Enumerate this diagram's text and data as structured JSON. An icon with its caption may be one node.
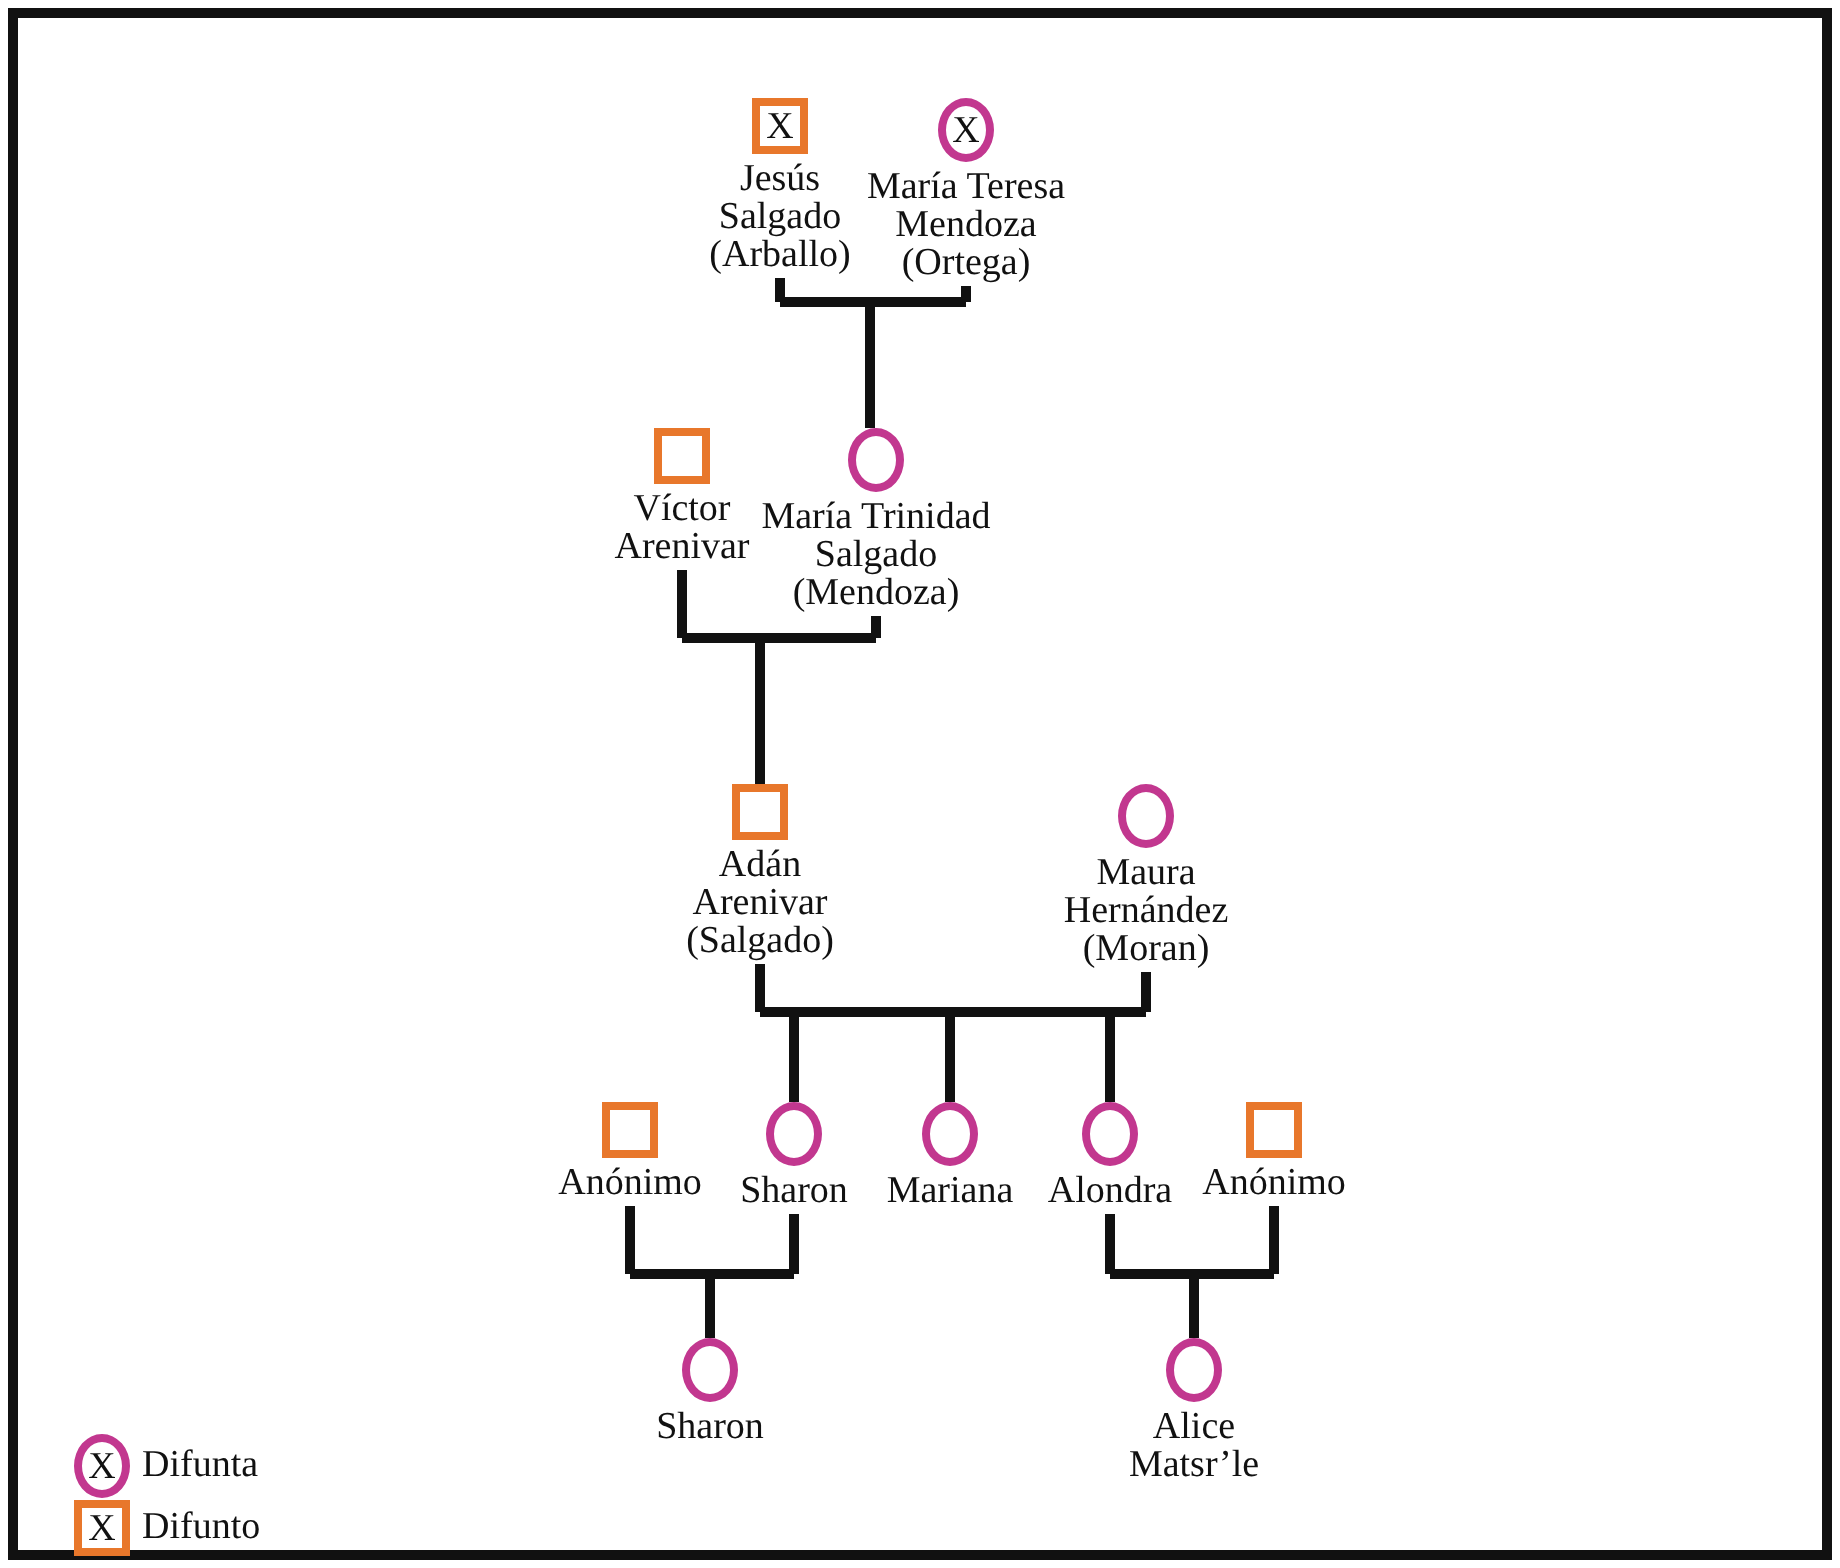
{
  "diagram": {
    "nodes": [
      {
        "text": [
          "X",
          "Jesús Salgado (Arballo)"
        ]
      },
      {
        "text": [
          "X",
          "María Teresa Mendoza (Ortega)"
        ]
      },
      {
        "text": [
          "Víctor Arenivar"
        ]
      },
      {
        "text": [
          "María Trinidad Salgado (Mendoza)"
        ]
      },
      {
        "text": [
          "Adán Arenivar (Salgado)"
        ]
      },
      {
        "text": [
          "Maura Hernández (Moran)"
        ]
      },
      {
        "text": [
          "Anónimo"
        ]
      },
      {
        "text": [
          "Sharon"
        ]
      },
      {
        "text": [
          "Mariana"
        ]
      },
      {
        "text": [
          "Alondra"
        ]
      },
      {
        "text": [
          "Anónimo"
        ]
      },
      {
        "text": [
          "Sharon"
        ]
      },
      {
        "text": [
          "Alice Matsr’le"
        ]
      }
    ],
    "edges": [
      {
        "from": 0,
        "to": 3,
        "arrow": "none"
      },
      {
        "from": 1,
        "to": 3,
        "arrow": "none"
      },
      {
        "from": 2,
        "to": 4,
        "arrow": "none"
      },
      {
        "from": 3,
        "to": 4,
        "arrow": "none"
      },
      {
        "from": 4,
        "to": 7,
        "arrow": "none"
      },
      {
        "from": 4,
        "to": 8,
        "arrow": "none"
      },
      {
        "from": 4,
        "to": 9,
        "arrow": "none"
      },
      {
        "from": 5,
        "to": 7,
        "arrow": "none"
      },
      {
        "from": 5,
        "to": 8,
        "arrow": "none"
      },
      {
        "from": 5,
        "to": 9,
        "arrow": "none"
      },
      {
        "from": 6,
        "to": 11,
        "arrow": "none"
      },
      {
        "from": 7,
        "to": 11,
        "arrow": "none"
      },
      {
        "from": 9,
        "to": 12,
        "arrow": "none"
      },
      {
        "from": 10,
        "to": 12,
        "arrow": "none"
      }
    ],
    "labels": [
      "X",
      "X"
    ],
    "legend": [
      {
        "text": "Difunta"
      },
      {
        "text": "Difunto"
      }
    ]
  }
}
